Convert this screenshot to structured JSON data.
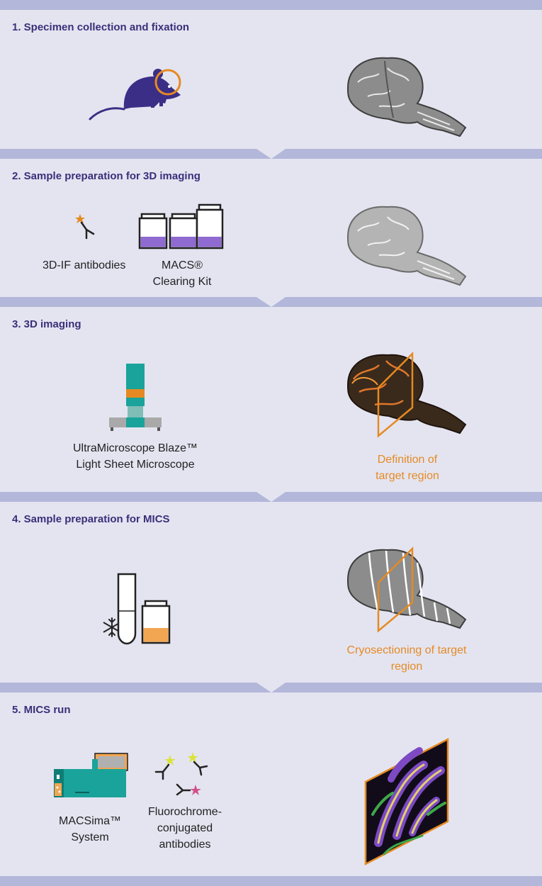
{
  "steps": [
    {
      "title": "1. Specimen collection and fixation",
      "icons": [
        "mouse-icon",
        "brain-icon"
      ]
    },
    {
      "title": "2. Sample preparation for 3D imaging",
      "antibody_label": "3D-IF antibodies",
      "kit_label_line1": "MACS®",
      "kit_label_line2": "Clearing Kit",
      "icons": [
        "antibody-icon",
        "vial-icon",
        "brain-icon"
      ]
    },
    {
      "title": "3. 3D imaging",
      "microscope_line1": "UltraMicroscope Blaze™",
      "microscope_line2": "Light Sheet Microscope",
      "region_line1": "Definition of",
      "region_line2": "target region",
      "icons": [
        "microscope-icon",
        "brain-icon",
        "light-sheet-plane-icon"
      ]
    },
    {
      "title": "4. Sample preparation for MICS",
      "cryo_line1": "Cryosectioning of target",
      "cryo_line2": "region",
      "icons": [
        "snowflake-icon",
        "test-tube-icon",
        "vial-icon",
        "brain-icon"
      ]
    },
    {
      "title": "5. MICS run",
      "system_line1": "MACSima™",
      "system_line2": "System",
      "fluoro_line1": "Fluorochrome-",
      "fluoro_line2": "conjugated",
      "fluoro_line3": "antibodies",
      "icons": [
        "macsima-instrument-icon",
        "fluorochrome-antibody-icon",
        "tissue-section-image-icon"
      ]
    }
  ],
  "colors": {
    "background": "#e4e4f1",
    "separator": "#b3b7d9",
    "title": "#3a2f79",
    "accent_orange": "#e58a22",
    "purple": "#8f6ad0",
    "teal": "#1aa39a",
    "mouse": "#3b2e86"
  }
}
